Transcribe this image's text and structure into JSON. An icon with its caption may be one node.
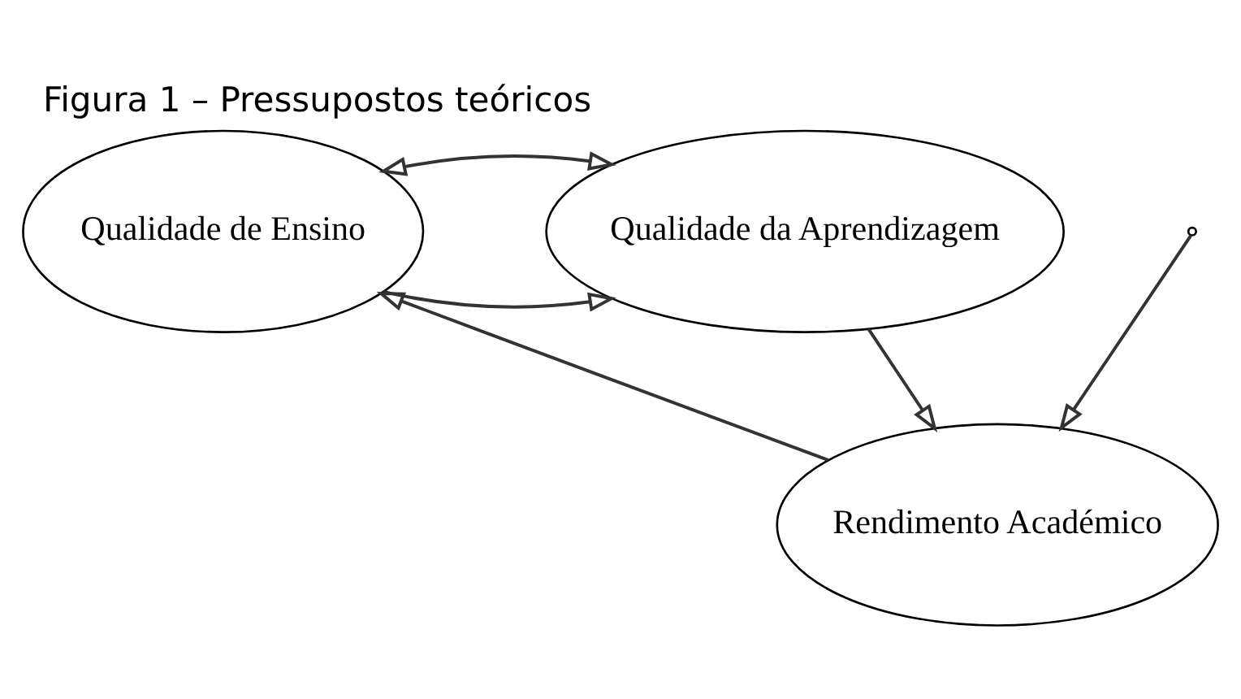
{
  "diagram": {
    "title": "Figura 1 – Pressupostos teóricos",
    "nodes": [
      {
        "text": [
          "Qualidade de Ensino"
        ]
      },
      {
        "text": [
          "Qualidade da Aprendizagem"
        ]
      },
      {
        "text": [
          "Rendimento Académico"
        ]
      }
    ],
    "edges": [
      {
        "from": 0,
        "to": 1,
        "arrow": "to"
      },
      {
        "from": 1,
        "to": 2,
        "arrow": "to"
      },
      {
        "from": 2,
        "to": 0,
        "arrow": "to"
      },
      {
        "from": 0,
        "to": 1,
        "arrow": "both"
      },
      {
        "from": null,
        "to": 2,
        "arrow": "to"
      }
    ]
  }
}
